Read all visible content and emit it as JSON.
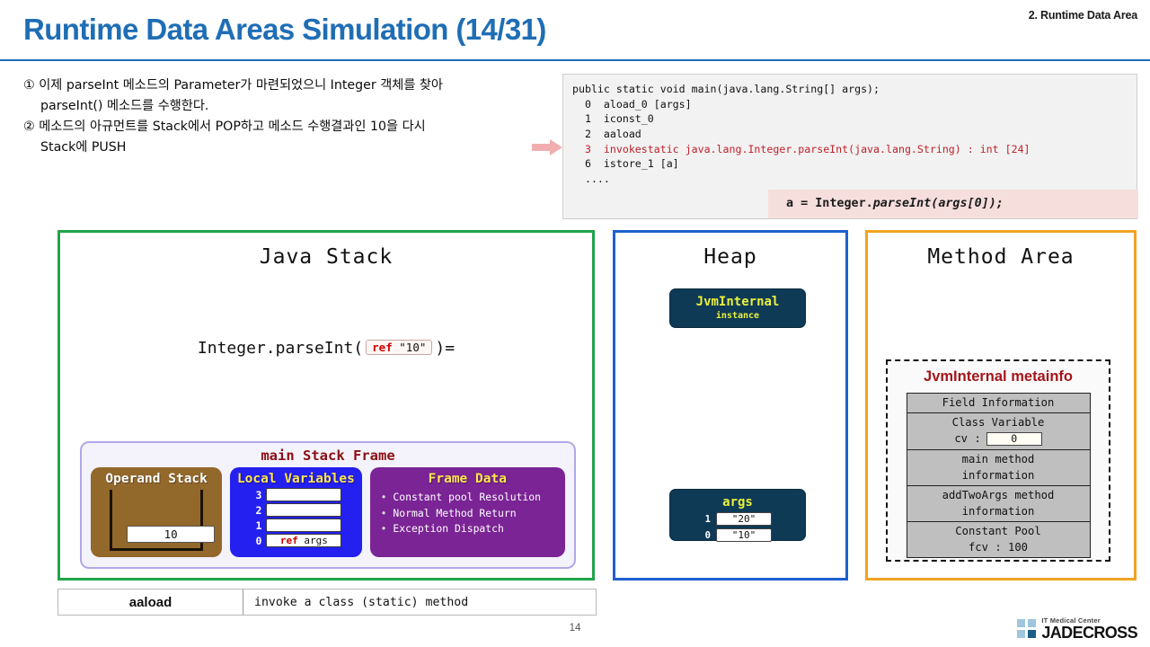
{
  "header": {
    "section_label": "2. Runtime Data Area",
    "title": "Runtime Data Areas Simulation (14/31)"
  },
  "narrative": {
    "line1": "① 이제 parseInt 메소드의 Parameter가 마련되었으니 Integer 객체를 찾아",
    "line2": "parseInt() 메소드를 수행한다.",
    "line3": "② 메소드의 아규먼트를 Stack에서 POP하고 메소드 수행결과인 10을 다시",
    "line4": "Stack에 PUSH"
  },
  "code": {
    "lines": [
      "public static void main(java.lang.String[] args);",
      "  0  aload_0 [args]",
      "  1  iconst_0",
      "  2  aaload",
      "  6  istore_1 [a]",
      "  ...."
    ],
    "highlighted_line": "  3  invokestatic java.lang.Integer.parseInt(java.lang.String) : int [24]",
    "statement_prefix": "a = Integer.",
    "statement_method": "parseInt(",
    "statement_arg": "args[0]",
    "statement_suffix": ");",
    "highlight_color": "#c0202a",
    "statement_bg": "#f6dedd",
    "arrow_color": "#f0aeae"
  },
  "java_stack": {
    "title": "Java Stack",
    "border_color": "#22a34c",
    "expression_prefix": "Integer.parseInt(",
    "expression_ref_label": "ref",
    "expression_ref_value": "\"10\"",
    "expression_suffix": ")=",
    "frame": {
      "title": "main Stack Frame",
      "title_color": "#8b0f14",
      "operand_stack": {
        "title": "Operand Stack",
        "bg": "#93682b",
        "value": "10"
      },
      "local_variables": {
        "title": "Local Variables",
        "bg": "#2420ef",
        "slots": [
          {
            "index": "3",
            "ref": "",
            "value": ""
          },
          {
            "index": "2",
            "ref": "",
            "value": ""
          },
          {
            "index": "1",
            "ref": "",
            "value": ""
          },
          {
            "index": "0",
            "ref": "ref",
            "value": "args"
          }
        ]
      },
      "frame_data": {
        "title": "Frame Data",
        "bg": "#7b2495",
        "items": [
          "Constant pool Resolution",
          "Normal Method Return",
          "Exception Dispatch"
        ]
      }
    }
  },
  "heap": {
    "title": "Heap",
    "border_color": "#1f5fd0",
    "instance": {
      "name": "JvmInternal",
      "subtitle": "instance"
    },
    "args": {
      "name": "args",
      "entries": [
        {
          "index": "1",
          "value": "\"20\""
        },
        {
          "index": "0",
          "value": "\"10\""
        }
      ]
    }
  },
  "method_area": {
    "title": "Method Area",
    "border_color": "#f0a423",
    "metainfo_title": "JvmInternal metainfo",
    "rows": [
      {
        "label": "Field Information"
      },
      {
        "label": "Class Variable",
        "kv_key": "cv :",
        "kv_value": "0"
      },
      {
        "label": "main method\ninformation"
      },
      {
        "label": "addTwoArgs method\ninformation"
      },
      {
        "label": "Constant Pool",
        "sub": "fcv :  100"
      }
    ]
  },
  "bottom_table": {
    "opcode": "aaload",
    "description": "invoke a class (static) method"
  },
  "footer": {
    "page_number": "14",
    "logo_top": "IT Medical Center",
    "logo_name": "JADECROSS"
  }
}
